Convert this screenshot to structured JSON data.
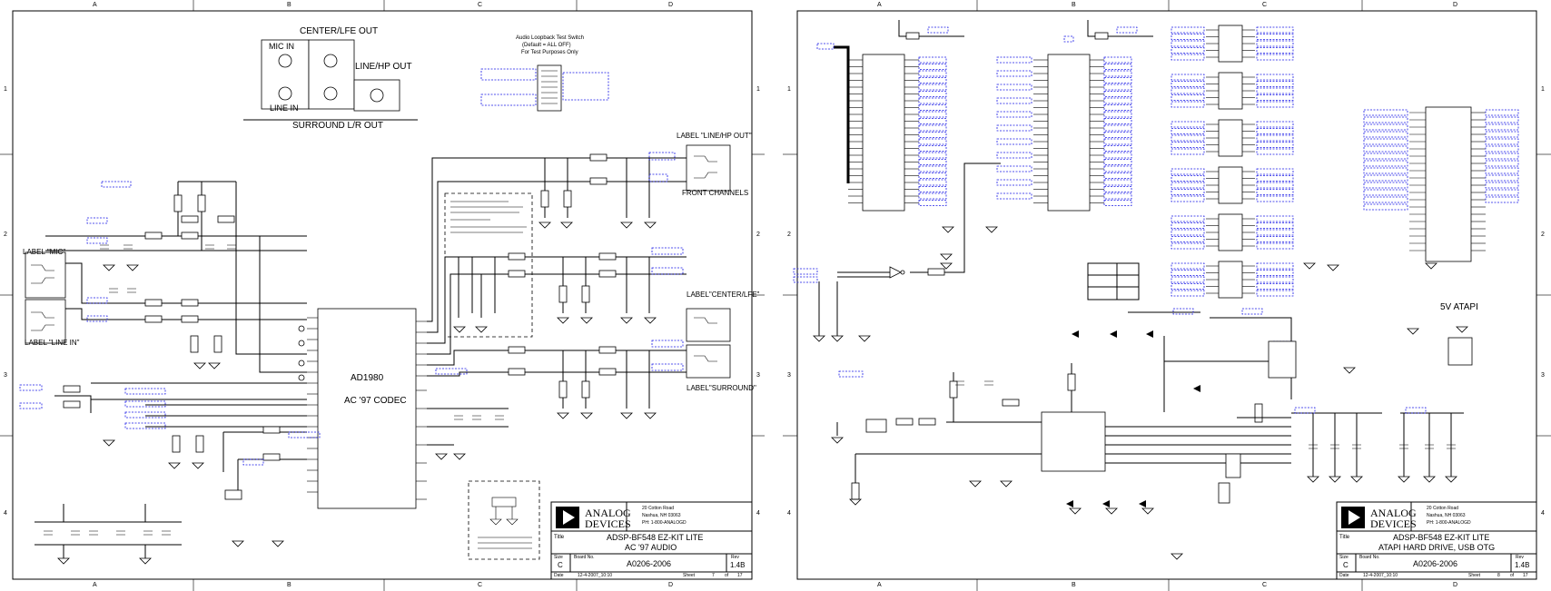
{
  "sheets": [
    {
      "zones_top": [
        "A",
        "B",
        "C",
        "D"
      ],
      "rows": [
        "1",
        "2",
        "3",
        "4"
      ],
      "connector_group": {
        "outer_label": "CENTER/LFE OUT",
        "mic_in": "MIC IN",
        "line_in": "LINE IN",
        "line_hp_out": "LINE/HP OUT",
        "surround": "SURROUND L/R OUT"
      },
      "switch_note": [
        "Audio Loopback Test Switch",
        "(Default = ALL OFF)",
        "For Test Purposes Only"
      ],
      "labels": {
        "label_line_hp_out": "LABEL \"LINE/HP OUT\"",
        "front_channels": "FRONT CHANNELS",
        "label_center_lfe": "LABEL\"CENTER/LFE\"",
        "label_surround": "LABEL\"SURROUND\"",
        "label_mic": "LABEL \"MIC\"",
        "label_line_in": "LABEL \"LINE IN\"",
        "chip_name": "AD1980",
        "chip_desc": "AC '97 CODEC"
      },
      "title_block": {
        "company_line1": "ANALOG",
        "company_line2": "DEVICES",
        "address": [
          "20 Cotton Road",
          "Nashua, NH 03063",
          "PH: 1-800-ANALOGD"
        ],
        "title_label": "Title",
        "title_line1": "ADSP-BF548 EZ-KIT LITE",
        "title_line2": "AC '97 AUDIO",
        "size_label": "Size",
        "size": "C",
        "board_label": "Board No.",
        "board_no": "A0206-2006",
        "rev_label": "Rev",
        "rev": "1.4B",
        "date_label": "Date",
        "date": "12-4-2007_10:10",
        "sheet_label": "Sheet",
        "sheet": "7",
        "of_label": "of",
        "total": "17"
      }
    },
    {
      "zones_top": [
        "A",
        "B",
        "C",
        "D"
      ],
      "rows": [
        "1",
        "2",
        "3",
        "4"
      ],
      "labels": {
        "five_v_atapi": "5V ATAPI"
      },
      "title_block": {
        "company_line1": "ANALOG",
        "company_line2": "DEVICES",
        "address": [
          "20 Cotton Road",
          "Nashua, NH 03063",
          "PH: 1-800-ANALOGD"
        ],
        "title_label": "Title",
        "title_line1": "ADSP-BF548 EZ-KIT LITE",
        "title_line2": "ATAPI HARD DRIVE, USB OTG",
        "size_label": "Size",
        "size": "C",
        "board_label": "Board No.",
        "board_no": "A0206-2006",
        "rev_label": "Rev",
        "rev": "1.4B",
        "date_label": "Date",
        "date": "12-4-2007_10:10",
        "sheet_label": "Sheet",
        "sheet": "8",
        "of_label": "of",
        "total": "17"
      }
    }
  ]
}
